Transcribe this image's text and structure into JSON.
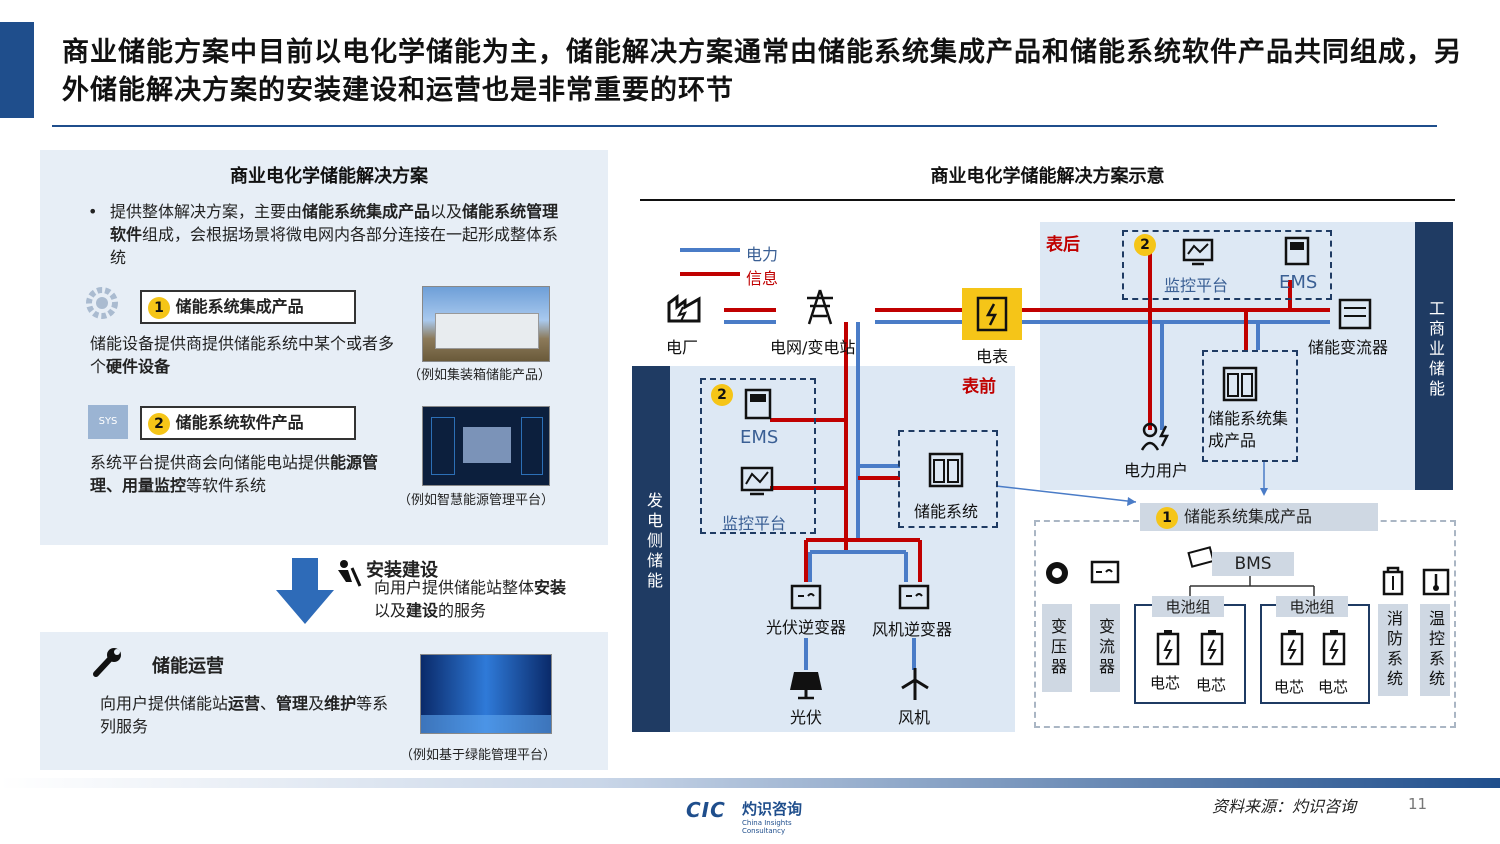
{
  "title": "商业储能方案中目前以电化学储能为主，储能解决方案通常由储能系统集成产品和储能系统软件产品共同组成，另外储能解决方案的安装建设和运营也是非常重要的环节",
  "left": {
    "heading": "商业电化学储能解决方案",
    "intro_bullet": "•",
    "intro_a": "提供整体解决方案，主要由",
    "intro_b": "储能系统集成产品",
    "intro_c": "以及",
    "intro_d": "储能",
    "intro_e": "系统管理软件",
    "intro_f": "组成，会根据场景将微电网内各部分连接在一起形成整体系统",
    "p1_num": "1",
    "p1_label": "储能系统集成产品",
    "p1_desc_a": "储能设备提供商提供储能系统中某个或者多个",
    "p1_desc_b": "硬件设备",
    "p1_caption": "（例如集装箱储能产品）",
    "p2_num": "2",
    "p2_label": "储能系统软件产品",
    "p2_icon": "SYS",
    "p2_desc_a": "系统平台提供商会向储能电站提供",
    "p2_desc_b": "能源管理、用量监控",
    "p2_desc_c": "等软件系统",
    "p2_caption": "（例如智慧能源管理平台）",
    "install_title": "安装建设",
    "install_desc_a": "向用户提供储能站整体",
    "install_desc_b": "安装",
    "install_desc_c": "以及",
    "install_desc_d": "建设",
    "install_desc_e": "的服务",
    "ops_title": "储能运营",
    "ops_desc_a": "向用户提供储能站",
    "ops_desc_b": "运营",
    "ops_desc_c": "、",
    "ops_desc_d": "管理",
    "ops_desc_e": "及",
    "ops_desc_f": "维护",
    "ops_desc_g": "等系列服务",
    "ops_caption": "（例如基于绿能管理平台）"
  },
  "diagram": {
    "heading": "商业电化学储能解决方案示意",
    "legend_power": "电力",
    "legend_info": "信息",
    "behind_meter": "表后",
    "front_meter": "表前",
    "plant": "电厂",
    "grid": "电网/变电站",
    "meter": "电表",
    "monitor_platform": "监控平台",
    "ems": "EMS",
    "pcs": "储能变流器",
    "user": "电力用户",
    "integration": "储能系统集成产品",
    "storage_system": "储能系统",
    "pv_inverter": "光伏逆变器",
    "wind_inverter": "风机逆变器",
    "pv": "光伏",
    "wind": "风机",
    "gen_side": "发电侧储能",
    "ci_side": "工商业储能",
    "num1": "1",
    "num2": "2",
    "integration_product": "储能系统集成产品",
    "bms": "BMS",
    "battery_group": "电池组",
    "cell": "电芯",
    "transformer": "变压器",
    "converter": "变流器",
    "fire": "消防系统",
    "temp": "温控系统"
  },
  "footer": {
    "logo_en": "CIC",
    "logo_cn": "灼识咨询",
    "logo_sub": "China Insights Consultancy",
    "source": "资料来源：灼识咨询",
    "page": "11"
  },
  "colors": {
    "power": "#4a7cc7",
    "info": "#c00000",
    "brand": "#1f4e8c",
    "badge": "#f5c518"
  }
}
